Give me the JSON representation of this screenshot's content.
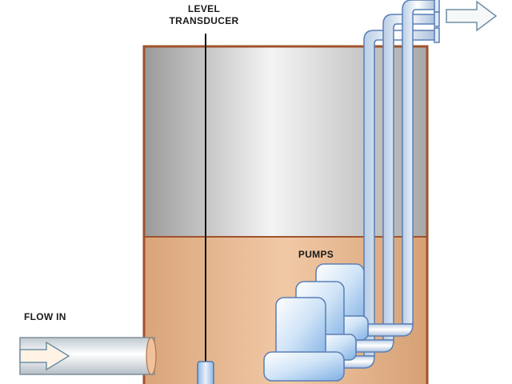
{
  "labels": {
    "level_line1": "LEVEL",
    "level_line2": "TRANSDUCER",
    "pumps": "PUMPS",
    "flow_in": "FLOW IN"
  },
  "colors": {
    "tank_wall": "#a0522d",
    "liquid": "#e8b88f",
    "headspace": "#d4d4d4",
    "pipe_outline": "#5a7fb5",
    "pump_body": "#9cc3ea",
    "arrow_outline": "#6f8fa3"
  }
}
